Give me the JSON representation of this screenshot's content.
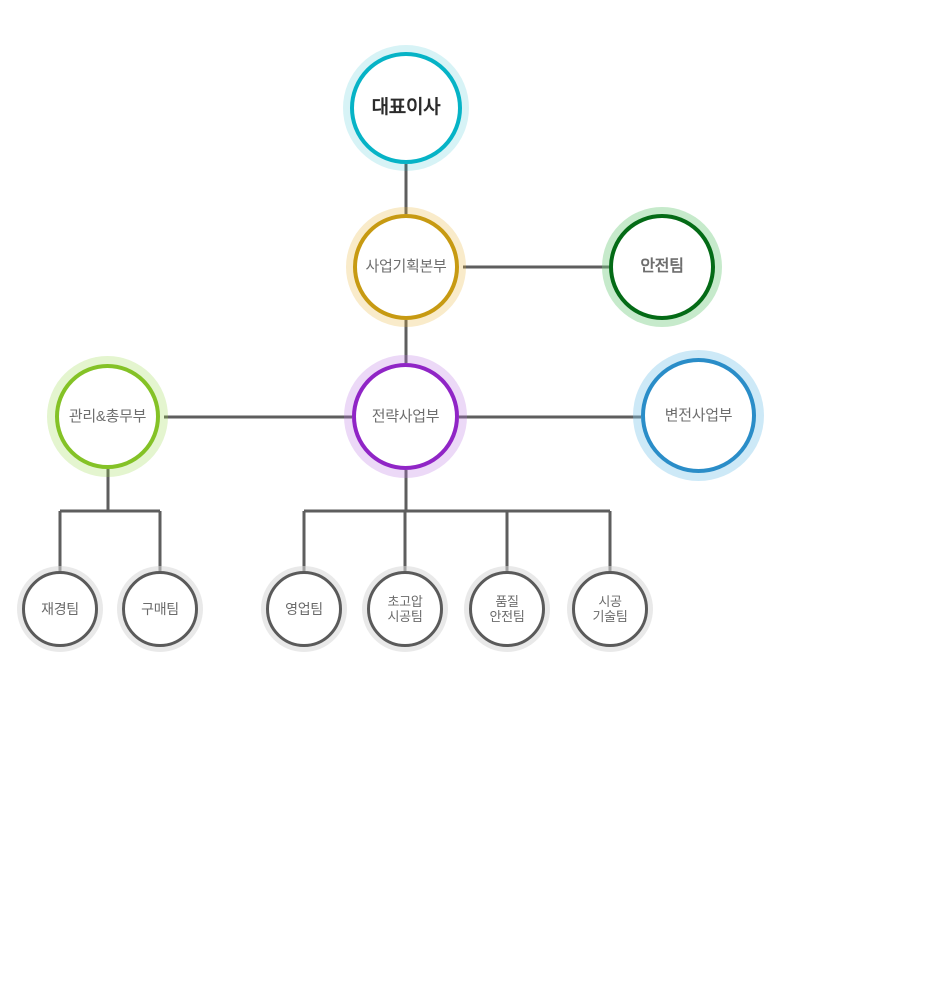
{
  "diagram": {
    "type": "organization-chart",
    "title": "",
    "colors": {
      "ceo_border": "#06b3c6",
      "planning_border": "#c79a12",
      "safety_border": "#046b16",
      "strategy_border": "#9025c6",
      "admin_border": "#84c226",
      "substation_border": "#2a8dc8",
      "leaf_border": "#5a5a5a",
      "edge_line": "#5e5e5e",
      "background": "#ffffff"
    },
    "nodes": {
      "ceo": {
        "label": "대표이사",
        "level": 0
      },
      "planning": {
        "label": "사업기획본부",
        "level": 1
      },
      "safety": {
        "label": "안전팀",
        "level": 1
      },
      "strategy": {
        "label": "전략사업부",
        "level": 2
      },
      "admin": {
        "label": "관리&총무부",
        "level": 2
      },
      "substation": {
        "label": "변전사업부",
        "level": 2
      },
      "finance": {
        "label": "재경팀",
        "level": 3
      },
      "purchase": {
        "label": "구매팀",
        "level": 3
      },
      "sales": {
        "label": "영업팀",
        "level": 3
      },
      "uhv": {
        "label": "초고압\n시공팀",
        "level": 3
      },
      "quality": {
        "label": "품질\n안전팀",
        "level": 3
      },
      "construction": {
        "label": "시공\n기술팀",
        "level": 3
      }
    },
    "edges": [
      {
        "from": "ceo",
        "to": "planning"
      },
      {
        "from": "planning",
        "to": "safety"
      },
      {
        "from": "planning",
        "to": "strategy"
      },
      {
        "from": "strategy",
        "to": "admin"
      },
      {
        "from": "strategy",
        "to": "substation"
      },
      {
        "from": "admin",
        "to": "finance"
      },
      {
        "from": "admin",
        "to": "purchase"
      },
      {
        "from": "strategy",
        "to": "sales"
      },
      {
        "from": "strategy",
        "to": "uhv"
      },
      {
        "from": "strategy",
        "to": "quality"
      },
      {
        "from": "strategy",
        "to": "construction"
      }
    ]
  }
}
